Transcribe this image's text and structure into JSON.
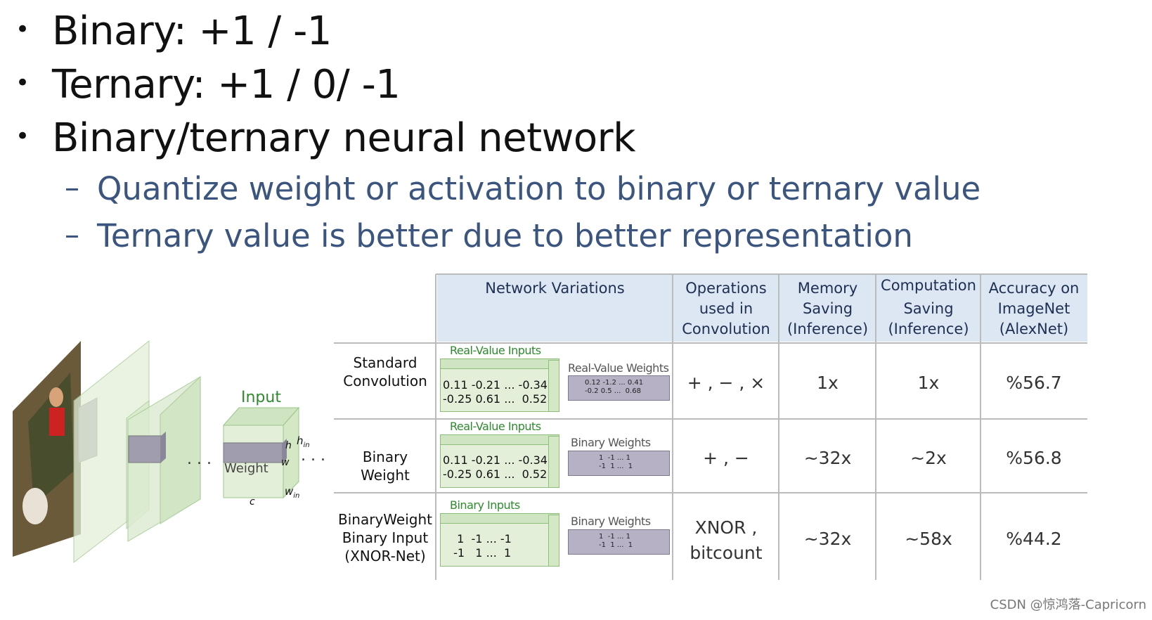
{
  "bullets": [
    "Binary: +1 / -1",
    "Ternary: +1 / 0/ -1",
    "Binary/ternary neural network"
  ],
  "bullet_symbol": "•",
  "sub_bullets": [
    "Quantize weight or activation to binary or ternary value",
    "Ternary value is better due to better representation"
  ],
  "sub_bullet_symbol": "–",
  "figure": {
    "input_label": "Input",
    "weight_label": "Weight",
    "dims": {
      "h": "h",
      "w": "w",
      "c": "c",
      "hin": "h",
      "hin_sub": "in",
      "win": "w",
      "win_sub": "in"
    },
    "dots_left": ". . .",
    "dots_right": ". . ."
  },
  "table": {
    "headers": {
      "network": "Network Variations",
      "ops": [
        "Operations",
        "used in",
        "Convolution"
      ],
      "memory": [
        "Memory",
        "Saving",
        "(Inference)"
      ],
      "computation": [
        "Computation",
        "Saving",
        "(Inference)"
      ],
      "accuracy": [
        "Accuracy on",
        "ImageNet",
        "(AlexNet)"
      ]
    },
    "rows": [
      {
        "label": [
          "Standard",
          "Convolution"
        ],
        "inputs_label": "Real-Value Inputs",
        "inputs_values": "0.11 -0.21 ... -0.34\n-0.25 0.61 ...  0.52",
        "weights_label": "Real-Value Weights",
        "weights_values": "0.12 -1.2 ... 0.41\n-0.2 0.5 ...  0.68",
        "ops": "+ , − , ×",
        "memory": "1x",
        "computation": "1x",
        "accuracy": "%56.7"
      },
      {
        "label": [
          "Binary Weight"
        ],
        "inputs_label": "Real-Value Inputs",
        "inputs_values": "0.11 -0.21 ... -0.34\n-0.25 0.61 ...  0.52",
        "weights_label": "Binary Weights",
        "weights_values": "1  -1 ... 1\n-1  1 ...  1",
        "ops": "+ , −",
        "memory": "~32x",
        "computation": "~2x",
        "accuracy": "%56.8"
      },
      {
        "label": [
          "BinaryWeight",
          "Binary Input",
          "(XNOR-Net)"
        ],
        "inputs_label": "Binary Inputs",
        "inputs_values": "  1  -1 ... -1\n -1   1 ...  1",
        "weights_label": "Binary Weights",
        "weights_values": "1  -1 ... 1\n-1  1 ...  1",
        "ops": [
          "XNOR ,",
          "bitcount"
        ],
        "memory": "~32x",
        "computation": "~58x",
        "accuracy": "%44.2"
      }
    ]
  },
  "watermark": "CSDN @惊鸿落-Capricorn",
  "colors": {
    "subtext": "#3b557f",
    "header_bg": "#dde7f3",
    "green_box": "#e3efd9",
    "grey_box": "#b6b1c4"
  }
}
